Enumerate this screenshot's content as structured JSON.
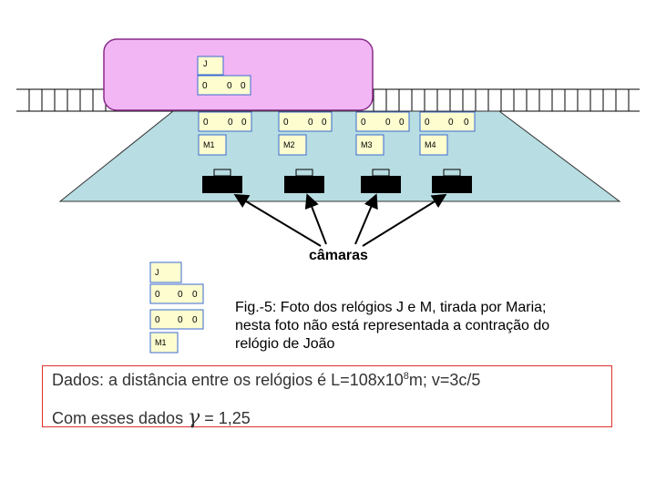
{
  "train": {
    "clock_label": "J",
    "digits": [
      "0",
      "0",
      "0"
    ]
  },
  "platform": {
    "clocks": [
      {
        "label": "M1",
        "digits": [
          "0",
          "0",
          "0"
        ]
      },
      {
        "label": "M2",
        "digits": [
          "0",
          "0",
          "0"
        ]
      },
      {
        "label": "M3",
        "digits": [
          "0",
          "0",
          "0"
        ]
      },
      {
        "label": "M4",
        "digits": [
          "0",
          "0",
          "0"
        ]
      }
    ]
  },
  "cameras_label": "câmaras",
  "bottom_clocks": {
    "j_label": "J",
    "j_digits": [
      "0",
      "0",
      "0"
    ],
    "m_label": "M1",
    "m_digits": [
      "0",
      "0",
      "0"
    ]
  },
  "caption": "Fig.-5: Foto dos relógios J e M, tirada por Maria; nesta foto não está representada a contração do relógio de João",
  "dados": {
    "line1_prefix": "Dados: a distância entre os relógios é L=108x10",
    "line1_exp": "8",
    "line1_suffix": "m; v=3c/5",
    "line2_prefix": "Com esses dados ",
    "line2_symbol": "γ",
    "line2_suffix": " = 1,25"
  },
  "colors": {
    "train_fill": "#f2b6f5",
    "train_stroke": "#8a2a8a",
    "platform_fill": "#b8dde2",
    "clock_fill": "#fdfdd0",
    "clock_stroke": "#3a6ad0",
    "box_border": "#e03030"
  }
}
